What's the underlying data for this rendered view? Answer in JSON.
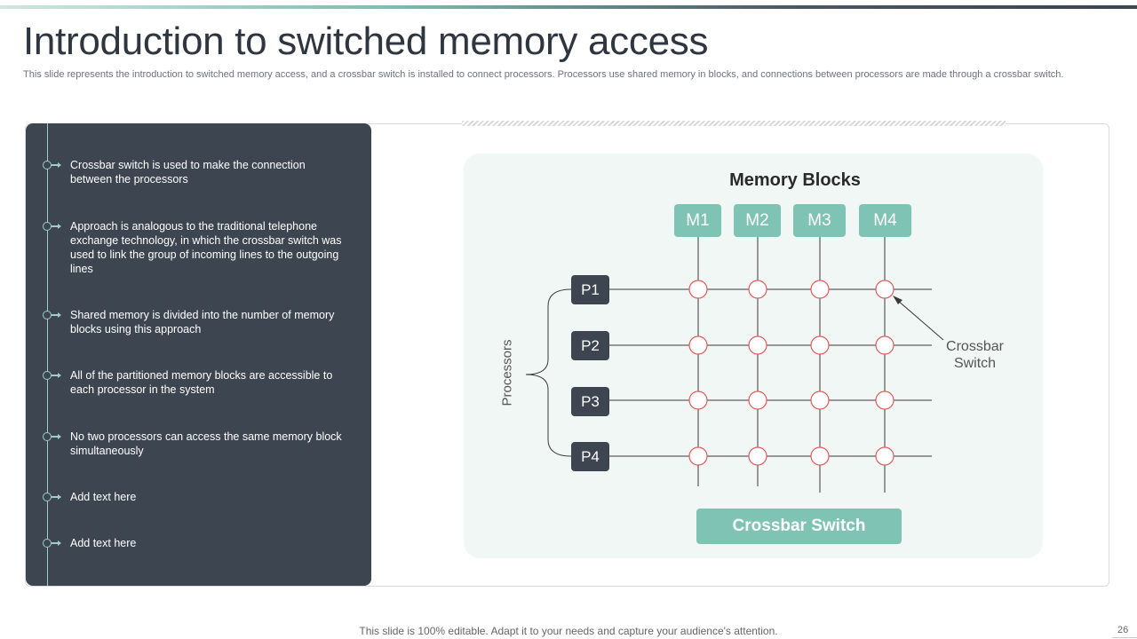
{
  "slide": {
    "title": "Introduction to switched memory access",
    "subtitle": "This slide represents the introduction to switched memory access, and a crossbar switch is installed to connect processors. Processors use shared memory in blocks, and connections between processors are made through a crossbar switch.",
    "footer": "This slide is 100% editable. Adapt it to your needs and capture your audience's attention.",
    "page_number": "26"
  },
  "bullets": [
    "Crossbar switch is used to make the connection between the processors",
    "Approach is analogous to the traditional telephone exchange technology, in which the crossbar switch was used to link the group of incoming lines to the outgoing lines",
    "Shared memory is divided into the number of memory blocks using this approach",
    "All of the partitioned memory blocks are accessible to each processor in the system",
    "No two processors can access the same memory block simultaneously",
    "Add text here",
    "Add text here"
  ],
  "diagram": {
    "memory_title": "Memory Blocks",
    "memory_blocks": [
      "M1",
      "M2",
      "M3",
      "M4"
    ],
    "processors": [
      "P1",
      "P2",
      "P3",
      "P4"
    ],
    "processors_label": "Processors",
    "crossbar_label_line1": "Crossbar",
    "crossbar_label_line2": "Switch",
    "crossbar_button": "Crossbar Switch",
    "colors": {
      "teal": "#7fc3b4",
      "dark": "#3d4550",
      "node_stroke": "#e05a5a",
      "panel_bg": "#f1f7f5"
    }
  }
}
